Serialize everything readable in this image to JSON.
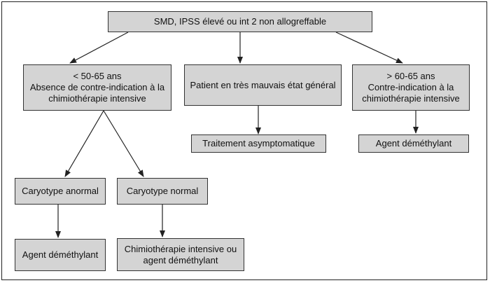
{
  "diagram": {
    "nodes": {
      "root": {
        "lines": [
          "SMD, IPSS élevé ou int 2 non allogreffable"
        ]
      },
      "young_fit": {
        "lines": [
          "< 50-65 ans",
          "Absence de contre-indication à la",
          "chimiothérapie intensive"
        ]
      },
      "poor_state": {
        "lines": [
          "Patient en très mauvais état général"
        ]
      },
      "old_unfit": {
        "lines": [
          "> 60-65 ans",
          "Contre-indication à la",
          "chimiothérapie intensive"
        ]
      },
      "symptomatic": {
        "lines": [
          "Traitement asymptomatique"
        ]
      },
      "demethyl_right": {
        "lines": [
          "Agent déméthylant"
        ]
      },
      "karyo_abnormal": {
        "lines": [
          "Caryotype anormal"
        ]
      },
      "karyo_normal": {
        "lines": [
          "Caryotype normal"
        ]
      },
      "demethyl_left": {
        "lines": [
          "Agent déméthylant"
        ]
      },
      "chemo_or_demethyl": {
        "lines": [
          "Chimiothérapie intensive ou",
          "agent déméthylant"
        ]
      }
    },
    "edges": [
      {
        "from": "root",
        "to": "young_fit"
      },
      {
        "from": "root",
        "to": "poor_state"
      },
      {
        "from": "root",
        "to": "old_unfit"
      },
      {
        "from": "poor_state",
        "to": "symptomatic"
      },
      {
        "from": "old_unfit",
        "to": "demethyl_right"
      },
      {
        "from": "young_fit",
        "to": "karyo_abnormal"
      },
      {
        "from": "young_fit",
        "to": "karyo_normal"
      },
      {
        "from": "karyo_abnormal",
        "to": "demethyl_left"
      },
      {
        "from": "karyo_normal",
        "to": "chemo_or_demethyl"
      }
    ]
  }
}
